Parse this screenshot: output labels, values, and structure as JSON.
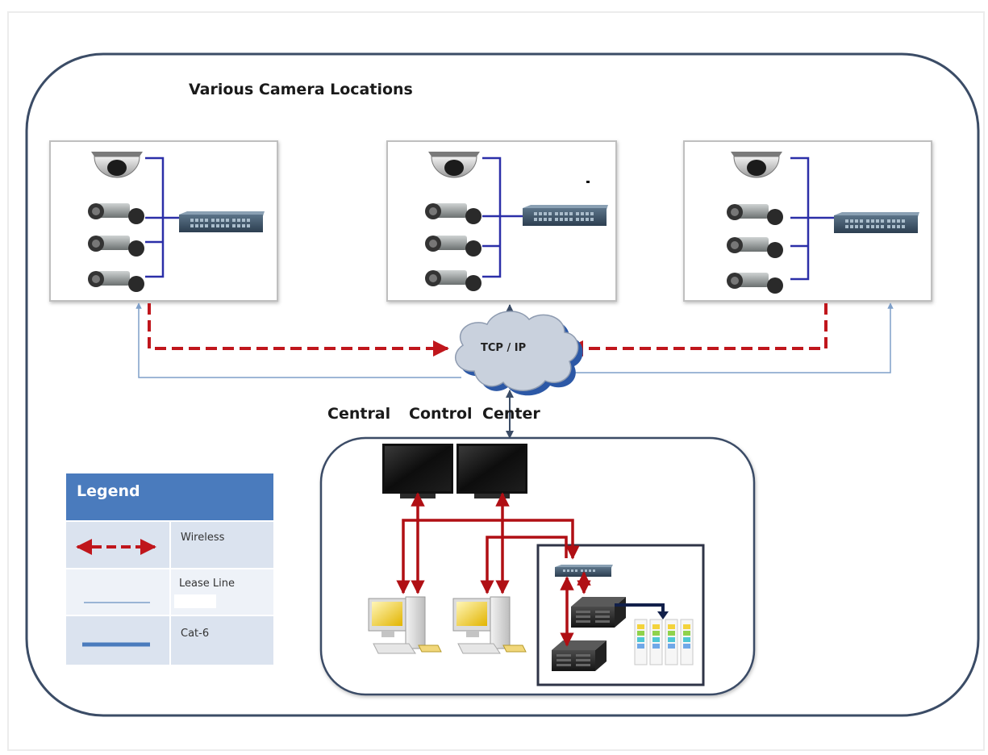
{
  "diagram": {
    "title": "Various Camera Locations",
    "cloud_label": "TCP / IP",
    "center_label_parts": [
      "Central",
      "Control",
      "Center"
    ],
    "legend": {
      "header": "Legend",
      "rows": [
        {
          "label": "Wireless",
          "line": "dashed-red-arrow"
        },
        {
          "label": "Lease Line",
          "line": "thin-blue-line"
        },
        {
          "label": "Cat-6",
          "line": "thick-blue-line"
        }
      ]
    },
    "colors": {
      "frame": "#3b4c66",
      "wireless": "#c0161c",
      "lease_line": "#7e9fc9",
      "cat6": "#2b2fa8",
      "legend_header": "#4a7bbd",
      "legend_row": "#dbe3ef",
      "cloud": "#c9d1dd",
      "cloud_shadow": "#2c58a6",
      "control_links": "#b00f14"
    },
    "camera_sites": [
      {
        "name": "site-left",
        "devices": [
          "dome-camera-icon",
          "box-camera-icon",
          "box-camera-icon",
          "box-camera-icon",
          "network-switch-icon"
        ]
      },
      {
        "name": "site-middle",
        "devices": [
          "dome-camera-icon",
          "box-camera-icon",
          "box-camera-icon",
          "box-camera-icon",
          "network-switch-icon"
        ]
      },
      {
        "name": "site-right",
        "devices": [
          "dome-camera-icon",
          "box-camera-icon",
          "box-camera-icon",
          "box-camera-icon",
          "network-switch-icon"
        ]
      }
    ],
    "control_center_devices": [
      "monitor-icon",
      "monitor-icon",
      "workstation-icon",
      "workstation-icon",
      "network-switch-icon",
      "nvr-server-icon",
      "nvr-server-icon",
      "storage-array-icon"
    ]
  }
}
